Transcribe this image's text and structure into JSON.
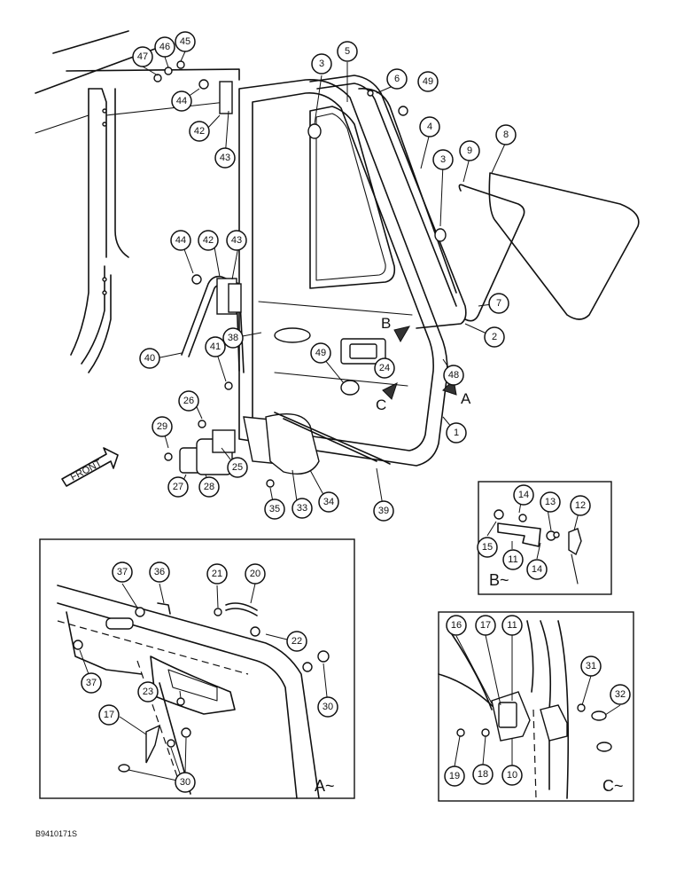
{
  "callouts": {
    "main": [
      "1",
      "2",
      "3",
      "3",
      "4",
      "5",
      "6",
      "7",
      "8",
      "9",
      "24",
      "25",
      "26",
      "27",
      "28",
      "29",
      "33",
      "34",
      "35",
      "38",
      "39",
      "40",
      "41",
      "42",
      "42",
      "43",
      "43",
      "44",
      "44",
      "45",
      "46",
      "47",
      "48",
      "49",
      "49"
    ],
    "view_a": [
      "17",
      "20",
      "21",
      "22",
      "23",
      "30",
      "30",
      "36",
      "37",
      "37"
    ],
    "view_b": [
      "11",
      "12",
      "13",
      "14",
      "14",
      "15"
    ],
    "view_c": [
      "10",
      "11",
      "16",
      "17",
      "18",
      "19",
      "31",
      "32"
    ]
  },
  "view_markers": {
    "a": "A",
    "b": "B",
    "c": "C"
  },
  "view_labels": {
    "a": "A~",
    "b": "B~",
    "c": "C~"
  },
  "front_arrow": "FRONT",
  "drawing_code": "B9410171S"
}
